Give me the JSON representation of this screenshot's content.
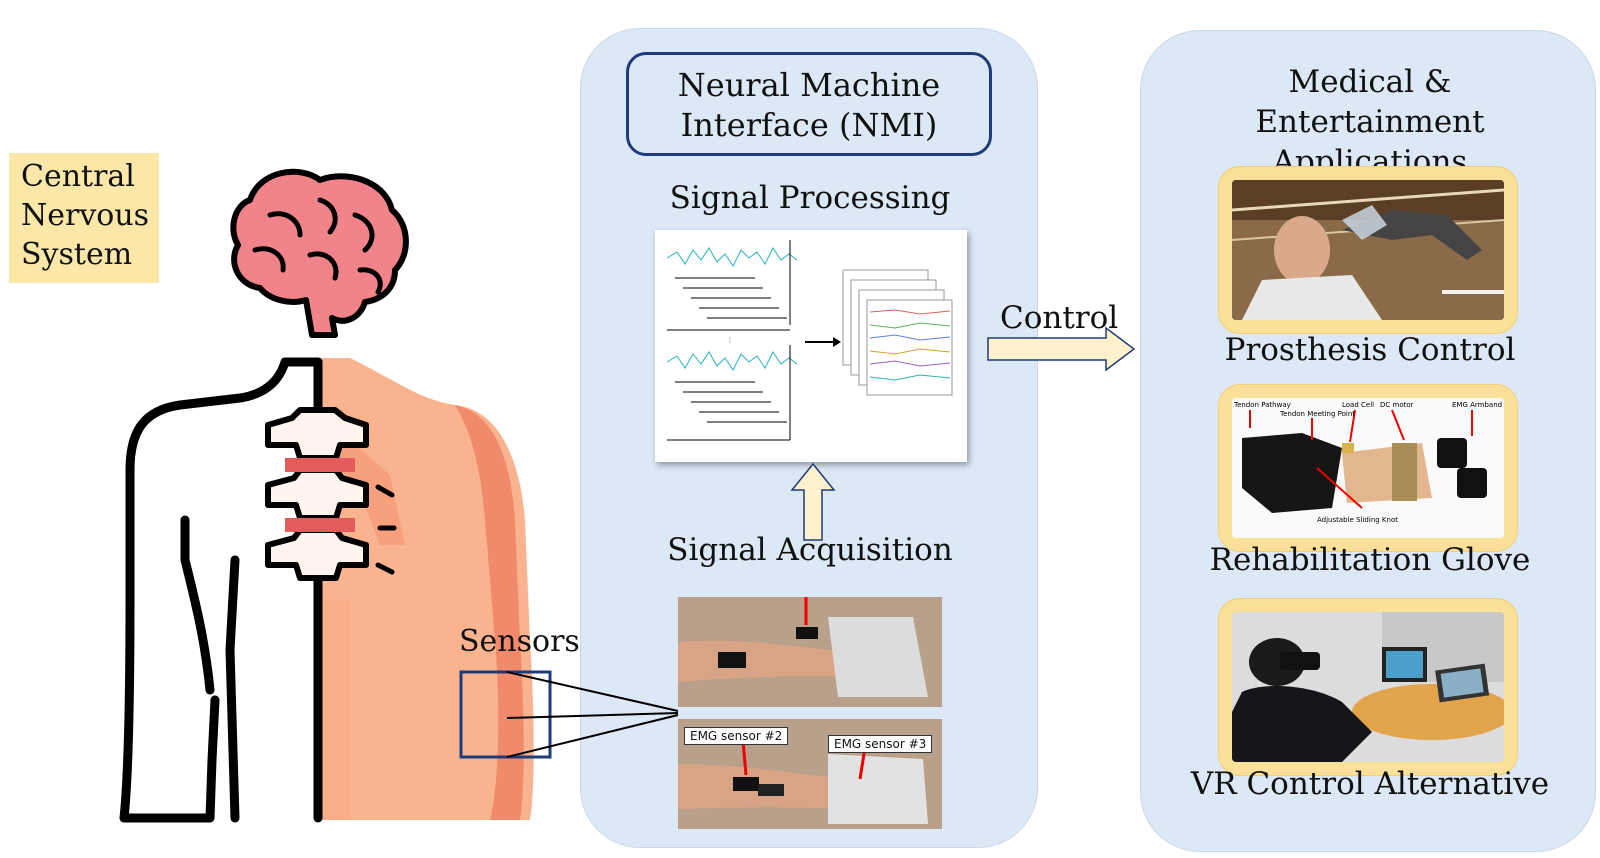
{
  "cns_label": [
    "Central",
    "Nervous",
    "System"
  ],
  "sensors_label": "Sensors",
  "nmi": {
    "title_lines": [
      "Neural Machine",
      "Interface (NMI)"
    ],
    "signal_processing": "Signal Processing",
    "signal_acquisition": "Signal Acquisition",
    "emg_tags": [
      "EMG sensor #2",
      "EMG sensor #3"
    ]
  },
  "control_label": "Control",
  "applications": {
    "title_lines": [
      "Medical & Entertainment",
      "Applications"
    ],
    "items": [
      {
        "caption": "Prosthesis Control"
      },
      {
        "caption": "Rehabilitation Glove",
        "photo_tags": [
          "Tendon Pathway",
          "Tendon Meeting Point",
          "Load Cell",
          "DC motor",
          "EMG Armband",
          "Adjustable Sliding Knot"
        ]
      },
      {
        "caption": "VR Control Alternative"
      }
    ]
  },
  "colors": {
    "panel_bg": "#dce8f5",
    "nmi_border": "#1f3b79",
    "cns_bg": "#fbe7a8",
    "frame_gold": "#fbe09a",
    "arrow_fill": "#fdf2cc",
    "skin": "#f9b48f",
    "brain": "#f0848a"
  }
}
